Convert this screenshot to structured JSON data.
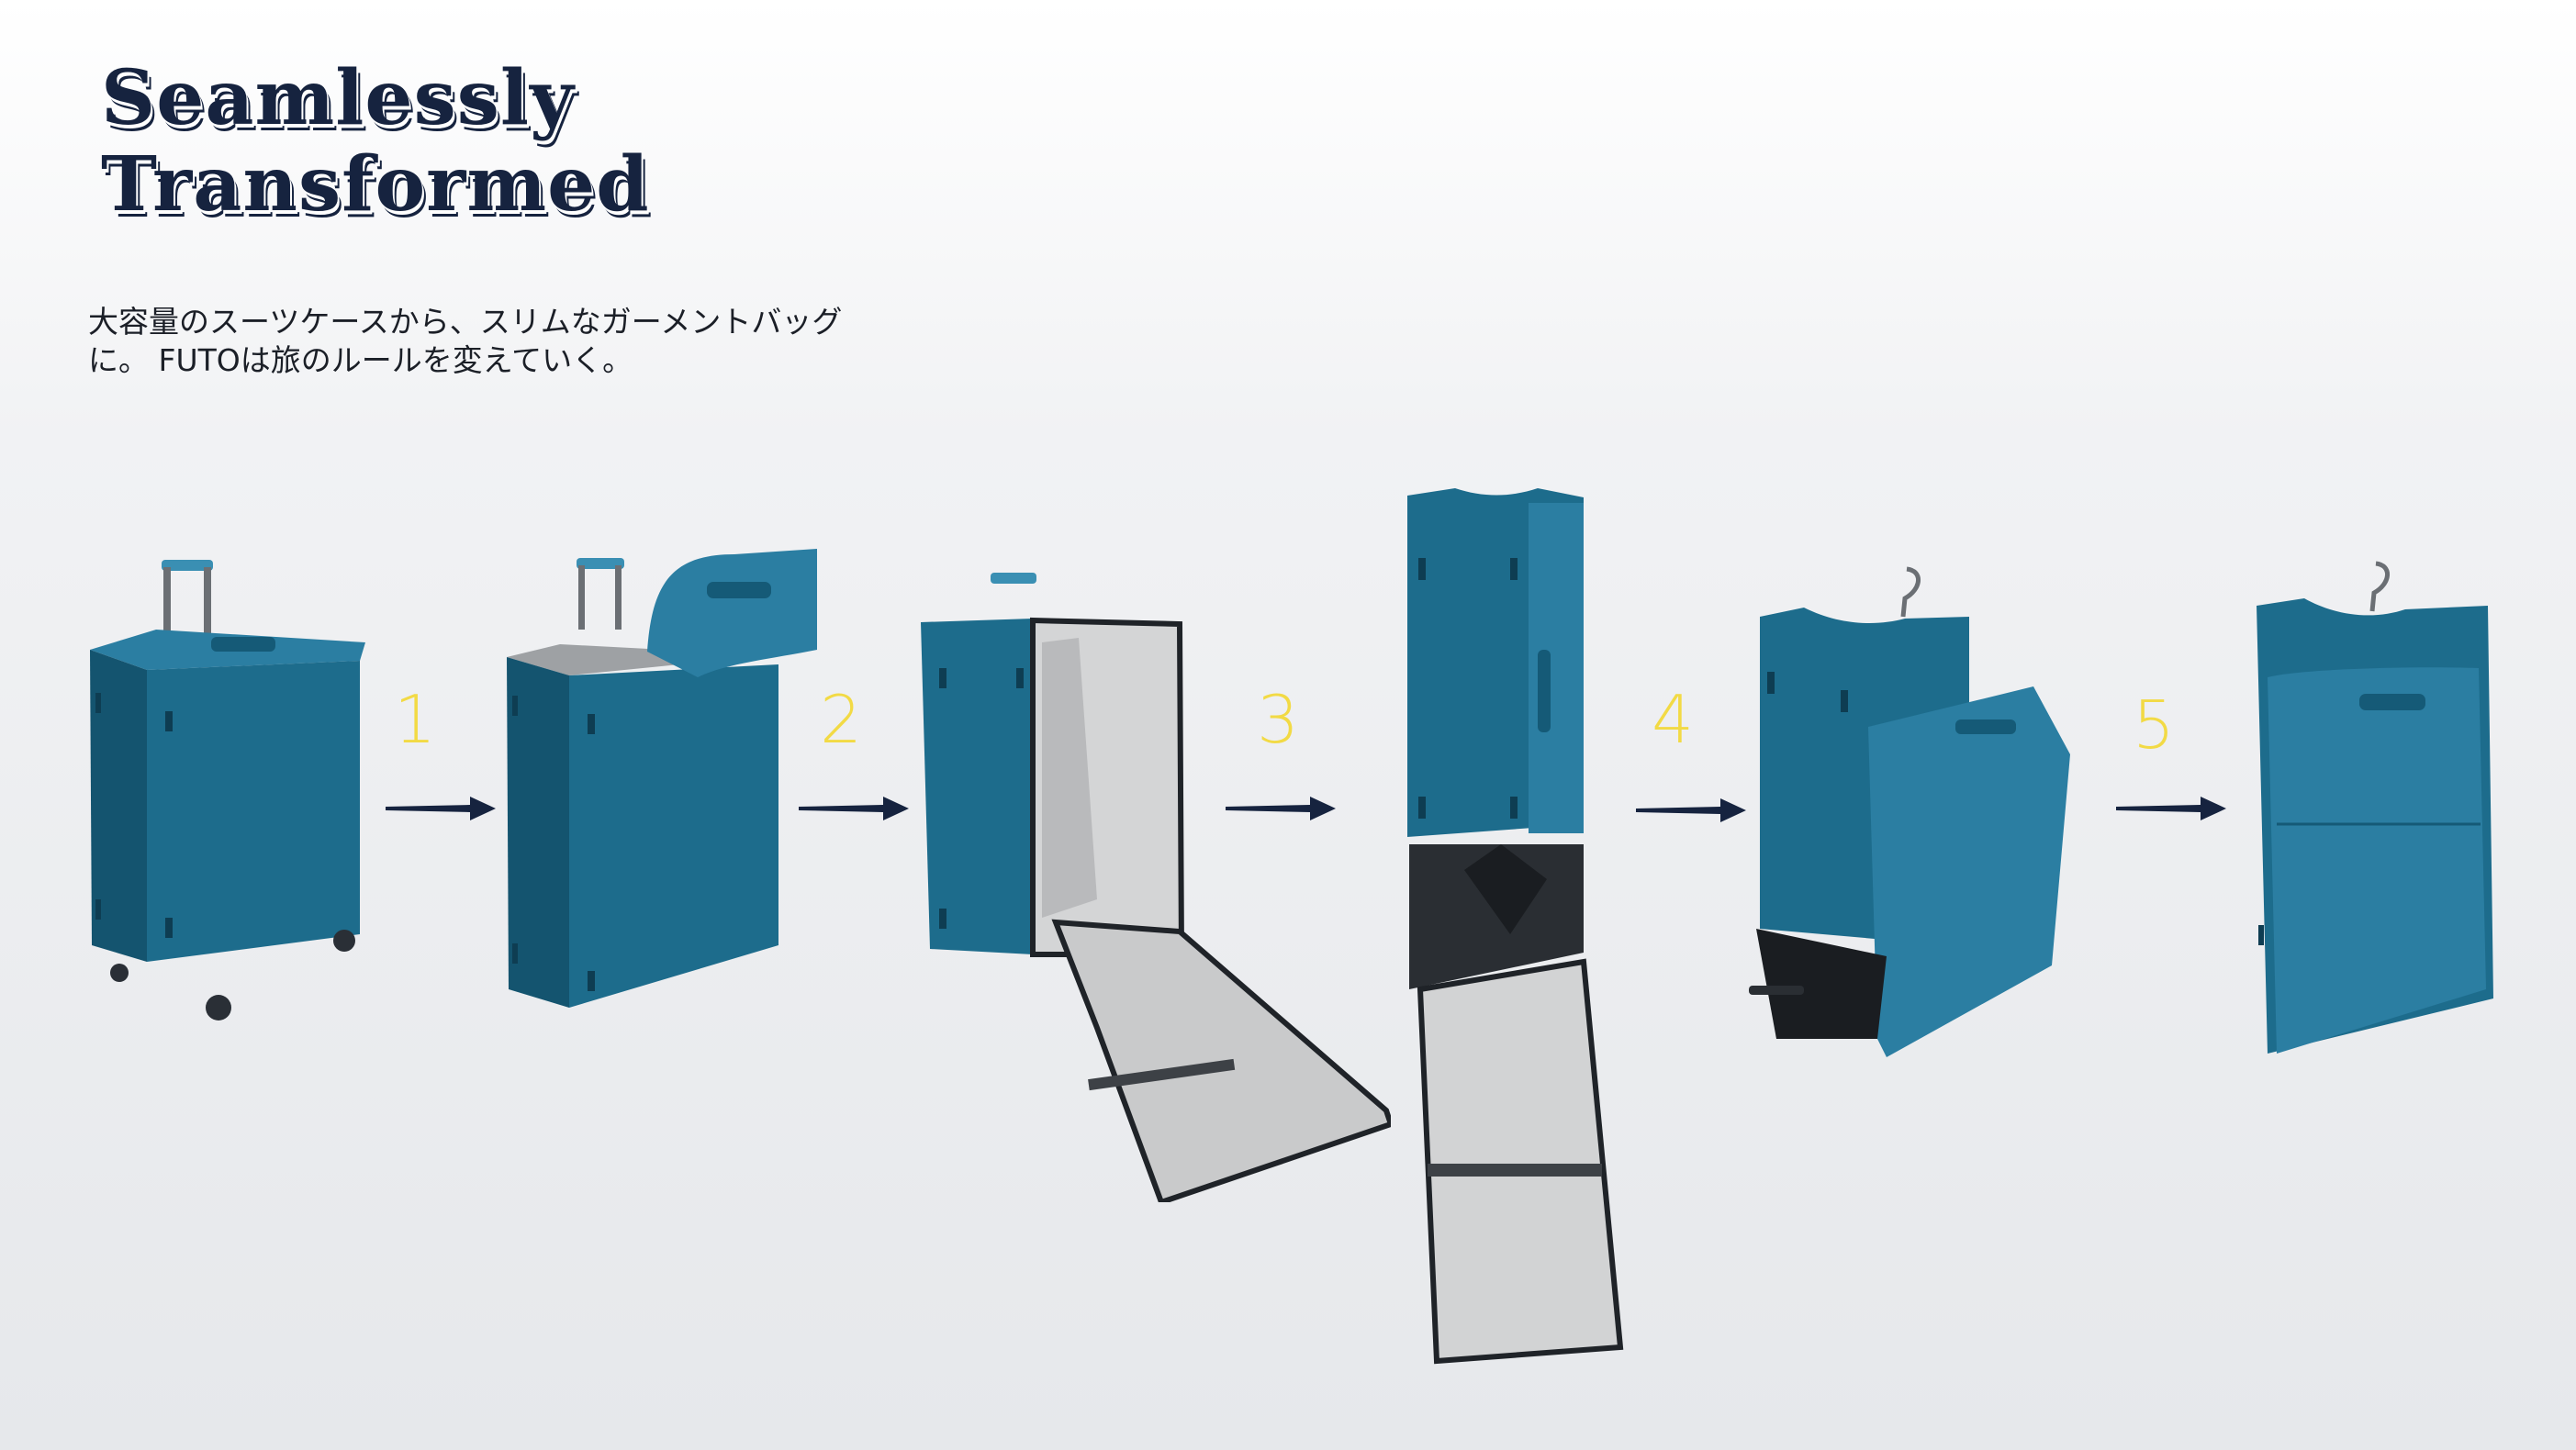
{
  "heading": {
    "line1": "Seamlessly",
    "line2": "Transformed"
  },
  "description": {
    "line1": "大容量のスーツケースから、スリムなガーメントバッグ",
    "line2": "に。 FUTOは旅のルールを変えていく。"
  },
  "steps": [
    "1",
    "2",
    "3",
    "4",
    "5"
  ],
  "colors": {
    "luggage": "#1d6c8c",
    "luggage_dark": "#12506a",
    "lining": "#cfd0d1",
    "step_number": "#f2da45",
    "arrow": "#16233f",
    "title": "#16233f"
  }
}
